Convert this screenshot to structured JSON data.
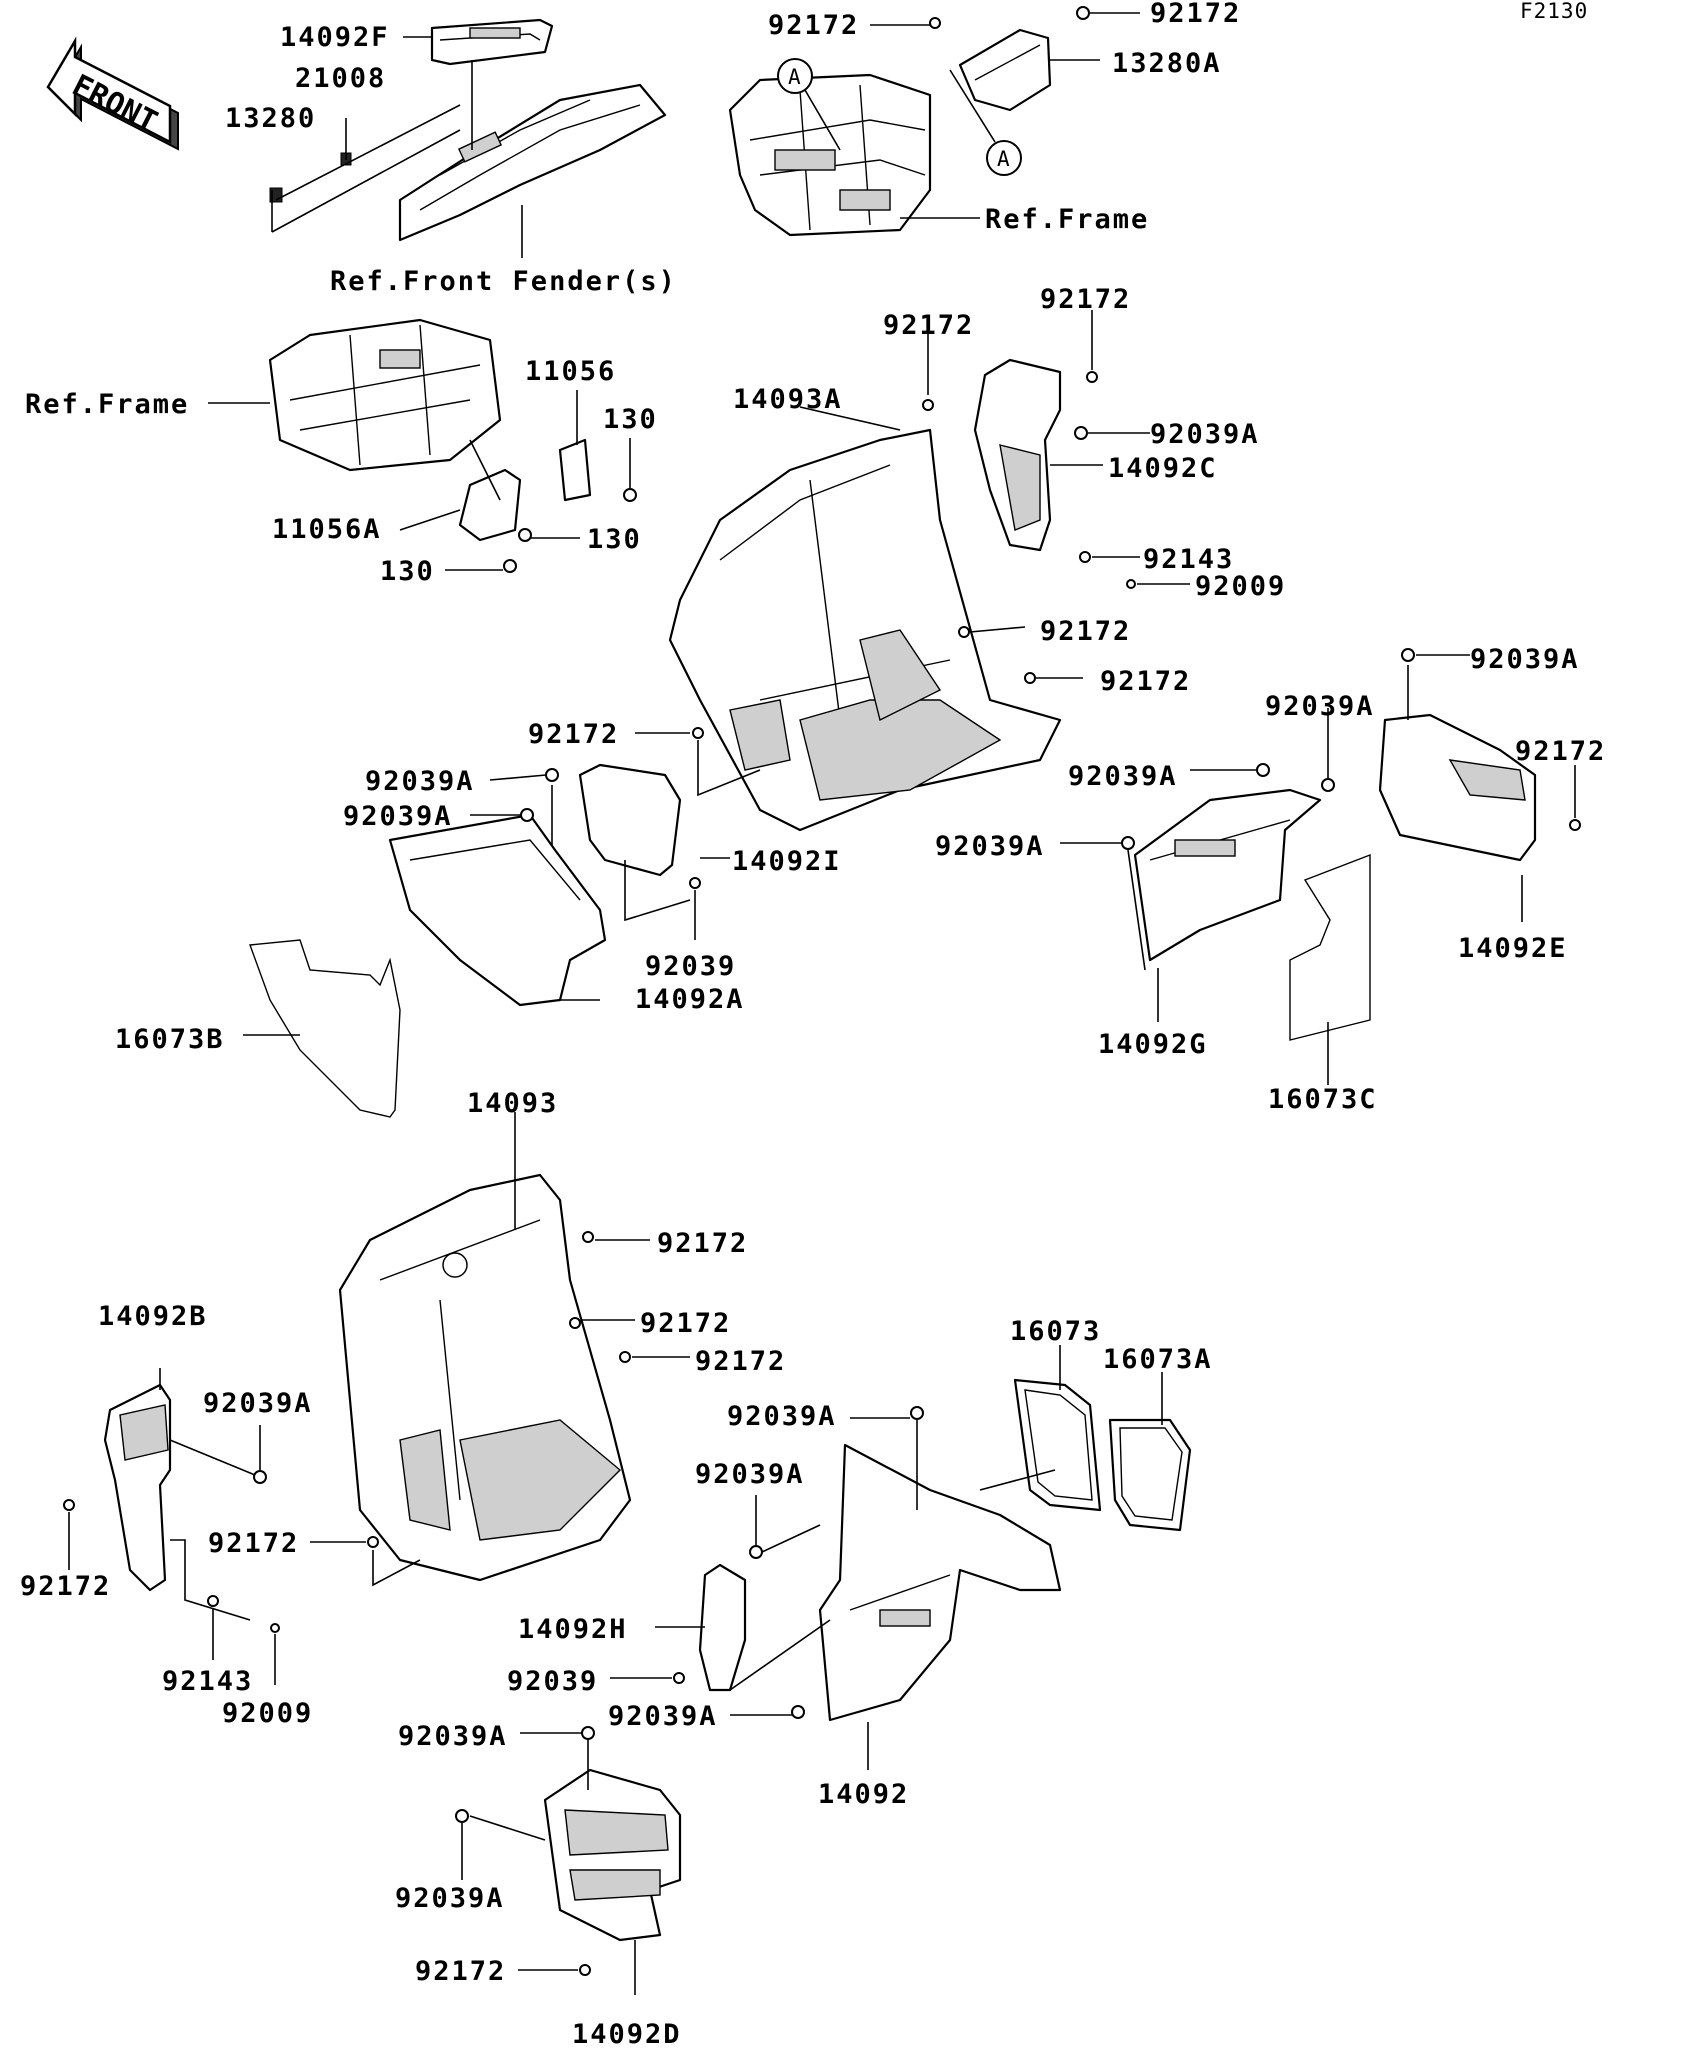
{
  "diagram_code": "F2130",
  "front_label": "FRONT",
  "callout_ref": "A",
  "labels": [
    {
      "id": "l-14092F",
      "text": "14092F"
    },
    {
      "id": "l-21008",
      "text": "21008"
    },
    {
      "id": "l-13280",
      "text": "13280"
    },
    {
      "id": "l-reffender",
      "text": "Ref.Front Fender(s)"
    },
    {
      "id": "l-92172-a",
      "text": "92172"
    },
    {
      "id": "l-92172-b",
      "text": "92172"
    },
    {
      "id": "l-13280A",
      "text": "13280A"
    },
    {
      "id": "l-refframe-a",
      "text": "Ref.Frame"
    },
    {
      "id": "l-refframe-b",
      "text": "Ref.Frame"
    },
    {
      "id": "l-11056",
      "text": "11056"
    },
    {
      "id": "l-130-a",
      "text": "130"
    },
    {
      "id": "l-11056A",
      "text": "11056A"
    },
    {
      "id": "l-130-b",
      "text": "130"
    },
    {
      "id": "l-130-c",
      "text": "130"
    },
    {
      "id": "l-92172-c",
      "text": "92172"
    },
    {
      "id": "l-14093A",
      "text": "14093A"
    },
    {
      "id": "l-92172-d",
      "text": "92172"
    },
    {
      "id": "l-92039A-a",
      "text": "92039A"
    },
    {
      "id": "l-14092C",
      "text": "14092C"
    },
    {
      "id": "l-92143-a",
      "text": "92143"
    },
    {
      "id": "l-92009-a",
      "text": "92009"
    },
    {
      "id": "l-92172-e",
      "text": "92172"
    },
    {
      "id": "l-92172-f",
      "text": "92172"
    },
    {
      "id": "l-92039A-b",
      "text": "92039A"
    },
    {
      "id": "l-92039A-c",
      "text": "92039A"
    },
    {
      "id": "l-92172-g",
      "text": "92172"
    },
    {
      "id": "l-92172-h",
      "text": "92172"
    },
    {
      "id": "l-92039A-d",
      "text": "92039A"
    },
    {
      "id": "l-92039A-e",
      "text": "92039A"
    },
    {
      "id": "l-92039A-f",
      "text": "92039A"
    },
    {
      "id": "l-14092I",
      "text": "14092I"
    },
    {
      "id": "l-92039A-g",
      "text": "92039A"
    },
    {
      "id": "l-92039-a",
      "text": "92039"
    },
    {
      "id": "l-14092A",
      "text": "14092A"
    },
    {
      "id": "l-16073B",
      "text": "16073B"
    },
    {
      "id": "l-14092E",
      "text": "14092E"
    },
    {
      "id": "l-14092G",
      "text": "14092G"
    },
    {
      "id": "l-16073C",
      "text": "16073C"
    },
    {
      "id": "l-14093",
      "text": "14093"
    },
    {
      "id": "l-92172-i",
      "text": "92172"
    },
    {
      "id": "l-92172-j",
      "text": "92172"
    },
    {
      "id": "l-92172-k",
      "text": "92172"
    },
    {
      "id": "l-14092B",
      "text": "14092B"
    },
    {
      "id": "l-92039A-h",
      "text": "92039A"
    },
    {
      "id": "l-16073",
      "text": "16073"
    },
    {
      "id": "l-16073A",
      "text": "16073A"
    },
    {
      "id": "l-92039A-i",
      "text": "92039A"
    },
    {
      "id": "l-92039A-j",
      "text": "92039A"
    },
    {
      "id": "l-92172-l",
      "text": "92172"
    },
    {
      "id": "l-92172-m",
      "text": "92172"
    },
    {
      "id": "l-14092H",
      "text": "14092H"
    },
    {
      "id": "l-92143-b",
      "text": "92143"
    },
    {
      "id": "l-92039-b",
      "text": "92039"
    },
    {
      "id": "l-92039A-k",
      "text": "92039A"
    },
    {
      "id": "l-92009-b",
      "text": "92009"
    },
    {
      "id": "l-92039A-l",
      "text": "92039A"
    },
    {
      "id": "l-14092",
      "text": "14092"
    },
    {
      "id": "l-92039A-m",
      "text": "92039A"
    },
    {
      "id": "l-92172-n",
      "text": "92172"
    },
    {
      "id": "l-14092D",
      "text": "14092D"
    }
  ]
}
